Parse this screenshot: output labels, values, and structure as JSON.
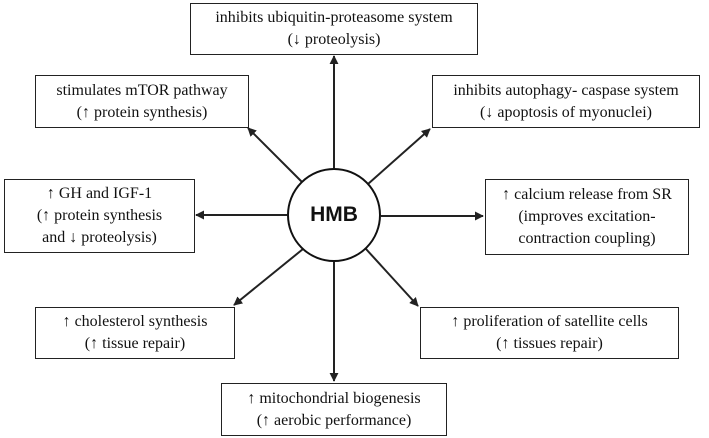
{
  "center": {
    "label": "HMB"
  },
  "nodes": {
    "top": {
      "line1": "inhibits ubiquitin-proteasome system",
      "line2": "(↓ proteolysis)"
    },
    "upper_left": {
      "line1": "stimulates mTOR pathway",
      "line2": "(↑ protein synthesis)"
    },
    "upper_right": {
      "line1": "inhibits autophagy- caspase system",
      "line2": "(↓ apoptosis of myonuclei)"
    },
    "left": {
      "line1": "↑ GH and IGF-1",
      "line2": "(↑ protein synthesis",
      "line3": "and ↓ proteolysis)"
    },
    "right": {
      "line1": "↑ calcium release from SR",
      "line2": "(improves excitation-",
      "line3": "contraction coupling)"
    },
    "lower_left": {
      "line1": "↑ cholesterol synthesis",
      "line2": "(↑ tissue repair)"
    },
    "lower_right": {
      "line1": "↑ proliferation of satellite cells",
      "line2": "(↑ tissues repair)"
    },
    "bottom": {
      "line1": "↑ mitochondrial biogenesis",
      "line2": "(↑ aerobic performance)"
    }
  },
  "colors": {
    "line": "#222222",
    "background": "#ffffff"
  }
}
